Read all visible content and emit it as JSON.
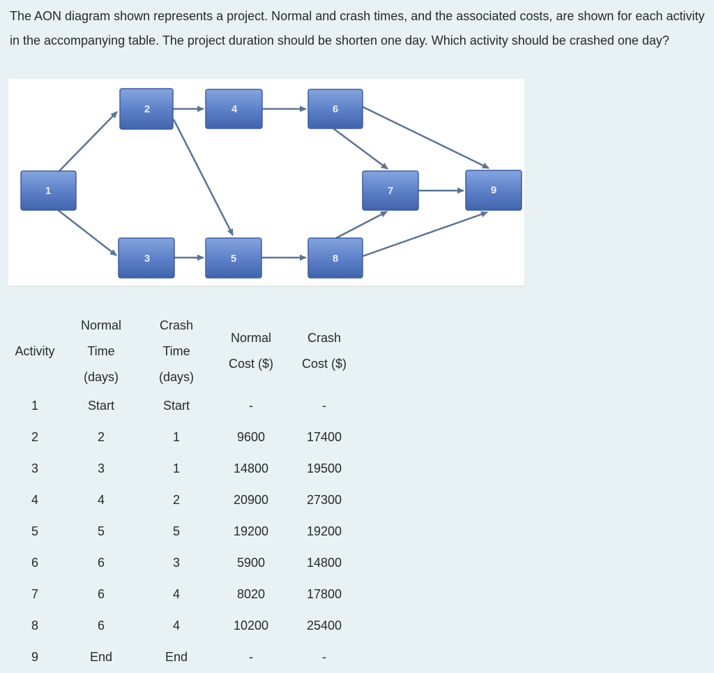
{
  "question": "The AON diagram shown represents a project. Normal and crash times, and the associated costs, are shown for each activity in the accompanying table. The project duration should be shorten one day. Which activity should be crashed one day?",
  "colors": {
    "page_background": "#e8f1f4",
    "panel_background": "#ffffff",
    "node_fill_top": "#85a5de",
    "node_fill_bottom": "#4164ad",
    "node_border": "#3d5da0",
    "node_text": "#e9eff9",
    "arrow": "#5d7390",
    "text": "#212c30"
  },
  "diagram": {
    "nodes": [
      {
        "id": "1",
        "label": "1"
      },
      {
        "id": "2",
        "label": "2"
      },
      {
        "id": "3",
        "label": "3"
      },
      {
        "id": "4",
        "label": "4"
      },
      {
        "id": "5",
        "label": "5"
      },
      {
        "id": "6",
        "label": "6"
      },
      {
        "id": "7",
        "label": "7"
      },
      {
        "id": "8",
        "label": "8"
      },
      {
        "id": "9",
        "label": "9"
      }
    ],
    "edges": [
      {
        "from": "1",
        "to": "2"
      },
      {
        "from": "1",
        "to": "3"
      },
      {
        "from": "2",
        "to": "4"
      },
      {
        "from": "2",
        "to": "5"
      },
      {
        "from": "3",
        "to": "5"
      },
      {
        "from": "4",
        "to": "6"
      },
      {
        "from": "5",
        "to": "8"
      },
      {
        "from": "6",
        "to": "7"
      },
      {
        "from": "6",
        "to": "9"
      },
      {
        "from": "7",
        "to": "9"
      },
      {
        "from": "8",
        "to": "7"
      },
      {
        "from": "8",
        "to": "9"
      }
    ]
  },
  "table": {
    "headers": [
      "Activity",
      "Normal Time\n(days)",
      "Crash\nTime\n(days)",
      "Normal\nCost ($)",
      "Crash\nCost ($)"
    ],
    "rows": [
      [
        "1",
        "Start",
        "Start",
        "-",
        "-"
      ],
      [
        "2",
        "2",
        "1",
        "9600",
        "17400"
      ],
      [
        "3",
        "3",
        "1",
        "14800",
        "19500"
      ],
      [
        "4",
        "4",
        "2",
        "20900",
        "27300"
      ],
      [
        "5",
        "5",
        "5",
        "19200",
        "19200"
      ],
      [
        "6",
        "6",
        "3",
        "5900",
        "14800"
      ],
      [
        "7",
        "6",
        "4",
        "8020",
        "17800"
      ],
      [
        "8",
        "6",
        "4",
        "10200",
        "25400"
      ],
      [
        "9",
        "End",
        "End",
        "-",
        "-"
      ]
    ]
  }
}
